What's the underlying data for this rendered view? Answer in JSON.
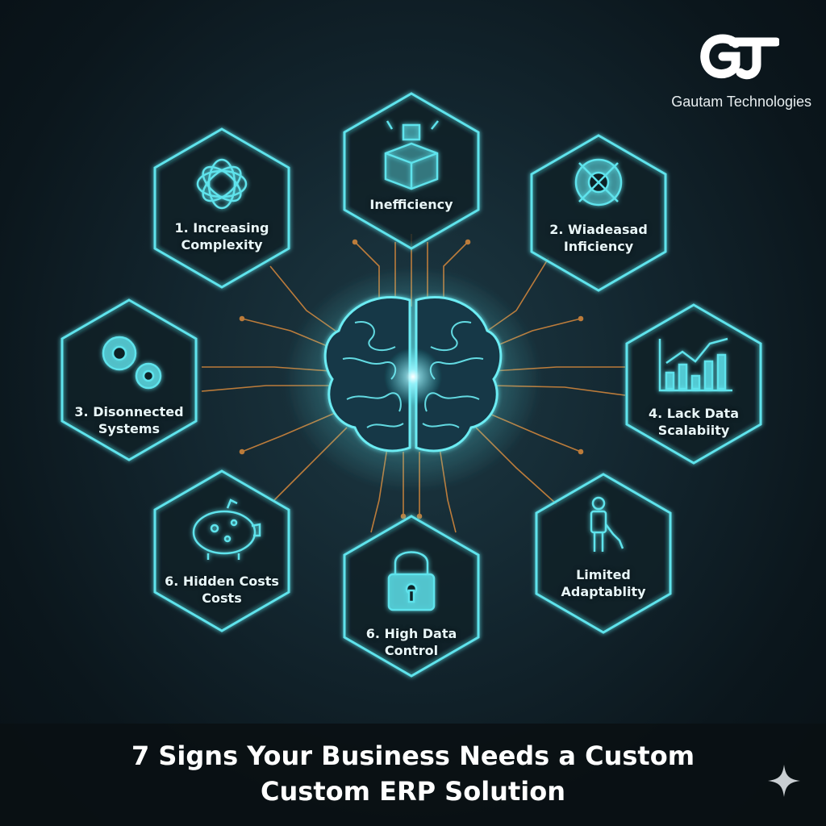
{
  "brand": {
    "name": "Gautam Technologies",
    "logo_letters": "GT"
  },
  "center_icon": "brain-icon",
  "signs": [
    {
      "label_lines": [
        "1. Increasing",
        "Complexity"
      ],
      "icon": "tangled-lines-icon"
    },
    {
      "label_lines": [
        "Inefficiency"
      ],
      "icon": "broken-box-icon"
    },
    {
      "label_lines": [
        "2. Wiadeasad",
        "Inficiency"
      ],
      "icon": "broken-gear-icon"
    },
    {
      "label_lines": [
        "3. Disonnected",
        "Systems"
      ],
      "icon": "gears-icon"
    },
    {
      "label_lines": [
        "4. Lack Data",
        "Scalabiity"
      ],
      "icon": "bar-chart-icon"
    },
    {
      "label_lines": [
        "6. Hidden Costs",
        "Costs"
      ],
      "icon": "piggy-bank-icon"
    },
    {
      "label_lines": [
        "6. High Data",
        "Control"
      ],
      "icon": "padlock-icon"
    },
    {
      "label_lines": [
        "Limited",
        "Adaptablity"
      ],
      "icon": "chained-person-icon"
    }
  ],
  "footer": {
    "line1": "7 Signs Your Business Needs a Custom",
    "line2": "Custom ERP Solution"
  },
  "colors": {
    "accent": "#5ee3ec",
    "circuit": "#d98a3c",
    "background": "#0f1d24"
  }
}
